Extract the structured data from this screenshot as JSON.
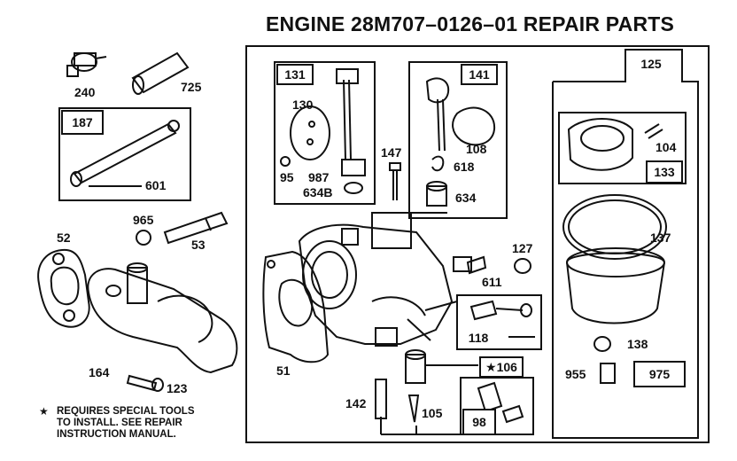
{
  "title": "ENGINE 28M707–0126–01 REPAIR PARTS",
  "note": {
    "star": "★",
    "lines": [
      "REQUIRES SPECIAL TOOLS",
      "TO INSTALL.  SEE REPAIR",
      "INSTRUCTION MANUAL."
    ]
  },
  "kits": {
    "k131": "131",
    "k141": "141",
    "k125": "125",
    "k187": "187",
    "k133": "133",
    "k118": "118",
    "k106": "★106",
    "k98": "98",
    "k975": "975"
  },
  "parts": {
    "p240": "240",
    "p725": "725",
    "p601": "601",
    "p965": "965",
    "p53": "53",
    "p52": "52",
    "p164": "164",
    "p123": "123",
    "p130": "130",
    "p95": "95",
    "p987": "987",
    "p634b": "634B",
    "p147": "147",
    "p108": "108",
    "p618": "618",
    "p634": "634",
    "p127": "127",
    "p611": "611",
    "p104": "104",
    "p137": "137",
    "p138": "138",
    "p955": "955",
    "p51": "51",
    "p142": "142",
    "p105": "105"
  }
}
